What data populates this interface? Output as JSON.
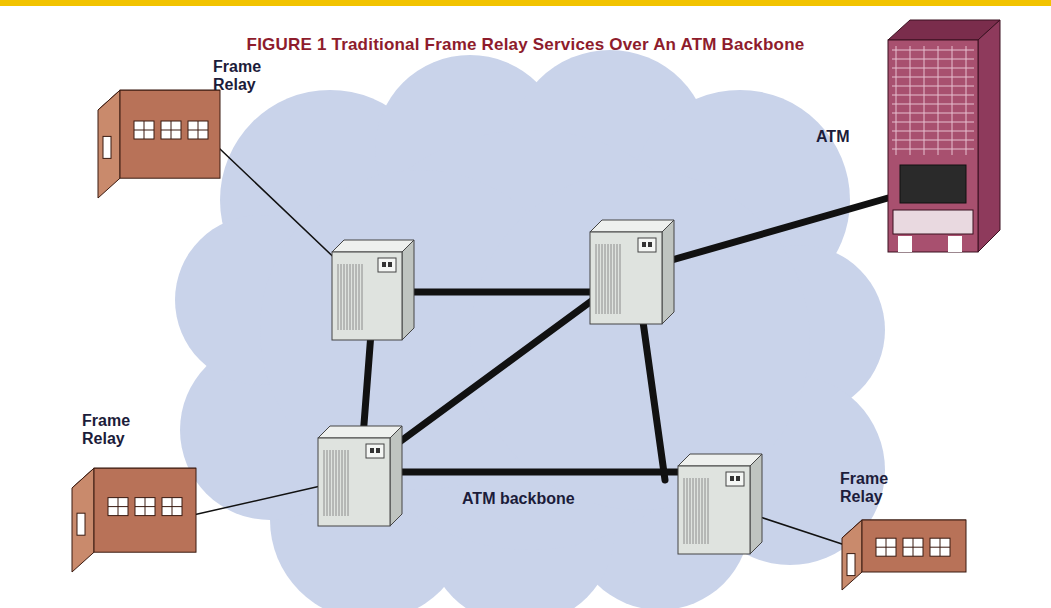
{
  "diagram": {
    "title": "FIGURE 1 Traditional Frame Relay Services Over An ATM Backbone",
    "labels": [
      "Frame Relay",
      "ATM",
      "Frame Relay",
      "ATM backbone",
      "Frame Relay"
    ]
  }
}
